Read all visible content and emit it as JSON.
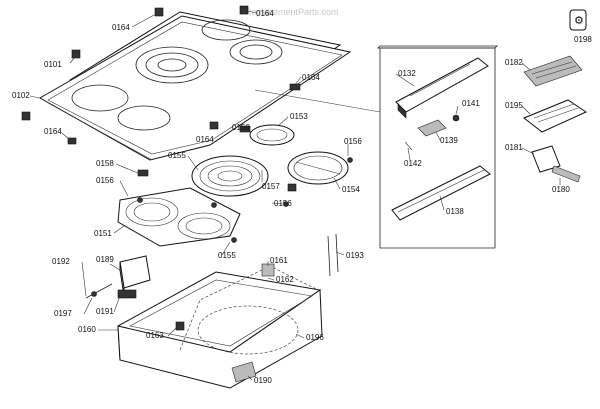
{
  "watermark": "eReplacementParts.com",
  "labels": {
    "l0164a": "0164",
    "l0164b": "0164",
    "l0164c": "0164",
    "l0164d": "0164",
    "l0164e": "0164",
    "l0101": "0101",
    "l0102": "0102",
    "l0198": "0198",
    "l0132": "0132",
    "l0141": "0141",
    "l0139": "0139",
    "l0142": "0142",
    "l0138": "0138",
    "l0182": "0182",
    "l0195": "0195",
    "l0181": "0181",
    "l0180": "0180",
    "l0153": "0153",
    "l0156a": "0156",
    "l0156b": "0156",
    "l0156c": "0156",
    "l0156d": "0156",
    "l0155a": "0155",
    "l0155b": "0155",
    "l0158": "0158",
    "l0157": "0157",
    "l0154": "0154",
    "l0151": "0151",
    "l0192": "0192",
    "l0189": "0189",
    "l0197": "0197",
    "l0191": "0191",
    "l0160": "0160",
    "l0161": "0161",
    "l0162": "0162",
    "l0163": "0163",
    "l0196": "0196",
    "l0190": "0190",
    "l0193": "0193"
  }
}
